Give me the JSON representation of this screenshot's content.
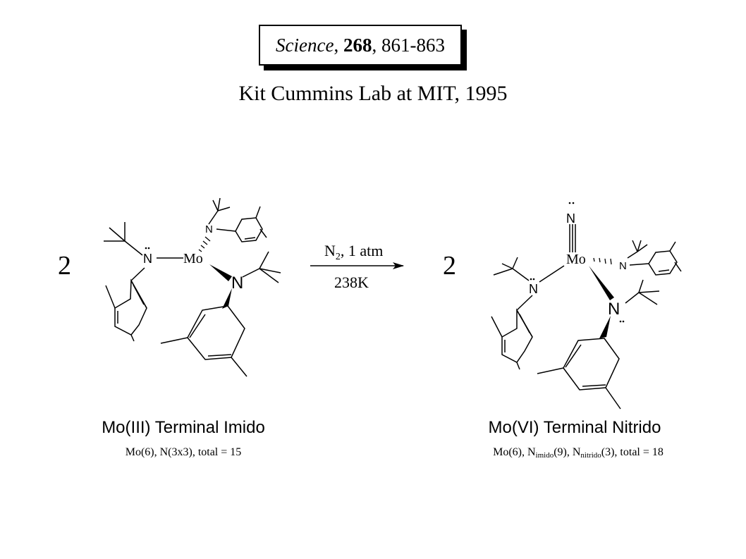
{
  "header": {
    "journal": "Science",
    "volume": "268",
    "pages": "861-863",
    "subtitle": "Kit Cummins Lab at MIT, 1995"
  },
  "reaction": {
    "left_coefficient": "2",
    "right_coefficient": "2",
    "condition_top_main": "N",
    "condition_top_sub": "2",
    "condition_top_rest": ", 1 atm",
    "condition_bottom": "238K"
  },
  "reactant": {
    "label": "Mo(III) Terminal Imido",
    "count": "Mo(6), N(3x3), total = 15",
    "atoms": {
      "metal": "Mo",
      "n_left": "N",
      "n_top": "N",
      "n_right": "N"
    }
  },
  "product": {
    "label": "Mo(VI) Terminal Nitrido",
    "count_a": "Mo(6), N",
    "count_imido_sub": "imido",
    "count_b": "(9), N",
    "count_nitrido_sub": "nitrido",
    "count_c": "(3), total = 18",
    "atoms": {
      "metal": "Mo",
      "n_nitrido": "N",
      "n_left": "N",
      "n_right": "N",
      "n_lower": "N"
    }
  }
}
